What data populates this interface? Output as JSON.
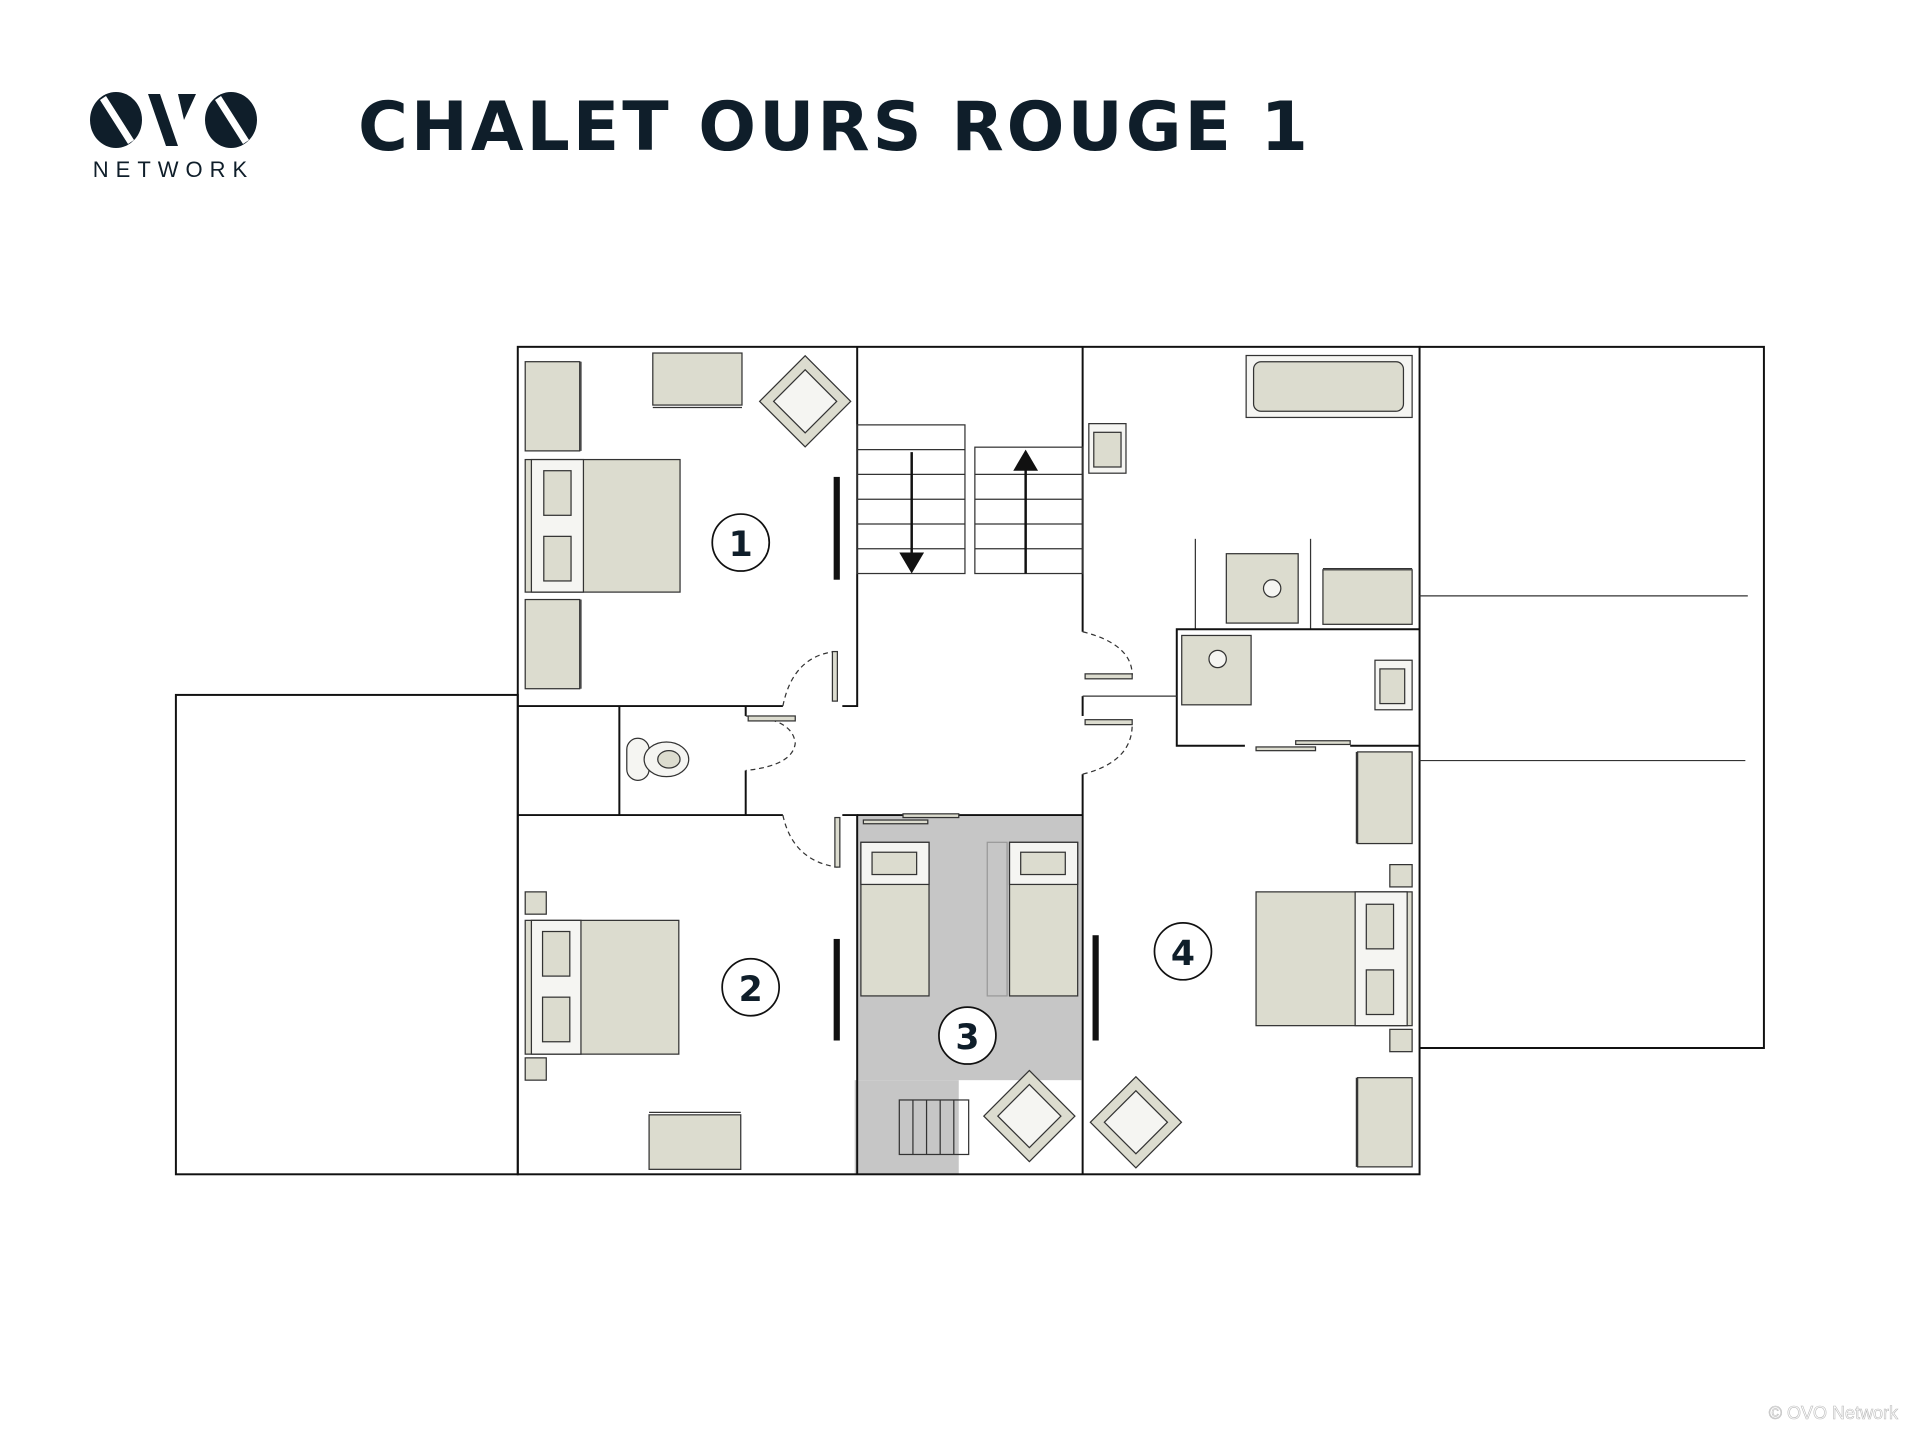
{
  "header": {
    "title": "CHALET OURS ROUGE 1",
    "logo_text": "OVO",
    "logo_subtext": "NETWORK"
  },
  "floorplan": {
    "rooms": [
      {
        "label": "1"
      },
      {
        "label": "2"
      },
      {
        "label": "3"
      },
      {
        "label": "4"
      }
    ]
  },
  "footer": {
    "copyright": "© OVO Network"
  },
  "colors": {
    "ink": "#0f1e2a",
    "furniture": "#dcdccf",
    "shaded_room": "#c6c6c6"
  }
}
